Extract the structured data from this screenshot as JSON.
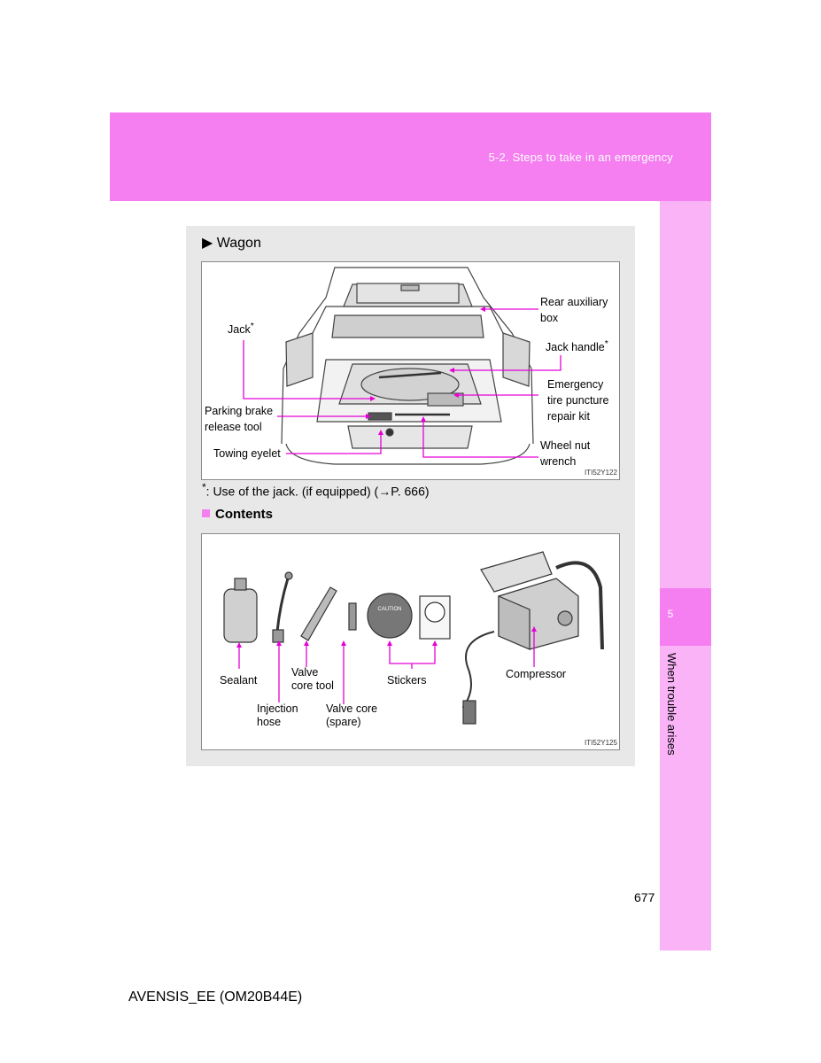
{
  "header": {
    "section": "5-2. Steps to take in an emergency"
  },
  "side_tab": {
    "number": "5",
    "title": "When trouble arises"
  },
  "page_number": "677",
  "footer": "AVENSIS_EE (OM20B44E)",
  "wagon": {
    "heading": "▶ Wagon",
    "labels": {
      "jack": "Jack",
      "rear_aux_1": "Rear auxiliary",
      "rear_aux_2": "box",
      "jack_handle": "Jack handle",
      "emergency_1": "Emergency",
      "emergency_2": "tire puncture",
      "emergency_3": "repair kit",
      "parking_1": "Parking brake",
      "parking_2": "release tool",
      "wheel_nut_1": "Wheel nut",
      "wheel_nut_2": "wrench",
      "towing": "Towing eyelet",
      "asterisk": "*"
    },
    "fig_code": "ITI52Y122"
  },
  "note": {
    "asterisk": "*",
    "text": ": Use of the jack. (if equipped) (→P. 666)"
  },
  "contents": {
    "heading": "Contents",
    "labels": {
      "sealant": "Sealant",
      "valve_tool_1": "Valve",
      "valve_tool_2": "core tool",
      "stickers": "Stickers",
      "compressor": "Compressor",
      "injection_1": "Injection",
      "injection_2": "hose",
      "valve_spare_1": "Valve core",
      "valve_spare_2": "(spare)"
    },
    "sticker_caution": "CAUTION",
    "fig_code": "ITI52Y125"
  },
  "colors": {
    "accent": "#f57ef0",
    "accent_light": "#f9b3f6",
    "panel": "#e8e8e8",
    "callout": "#e600d6"
  }
}
